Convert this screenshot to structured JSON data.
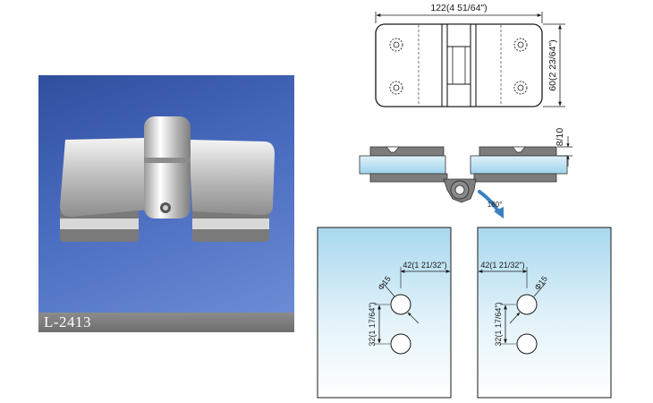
{
  "product": {
    "code": "L-2413"
  },
  "top_view": {
    "width_label": "122(4 51/64\")",
    "height_label": "60(2 23/64\")"
  },
  "side_view": {
    "thickness_label": "8/10",
    "rotation_label": "180°"
  },
  "glass_left": {
    "offset_label": "42(1 21/32\")",
    "hole_label": "Φ15",
    "spacing_label": "32(1 17/64\")"
  },
  "glass_right": {
    "offset_label": "42(1 21/32\")",
    "hole_label": "Φ15",
    "spacing_label": "32(1 17/64\")"
  },
  "colors": {
    "photo_bg": "#3e5fb3",
    "metal": "#c9c9c9",
    "glass": "#bfe3f2",
    "arrow": "#3a7fc0"
  }
}
